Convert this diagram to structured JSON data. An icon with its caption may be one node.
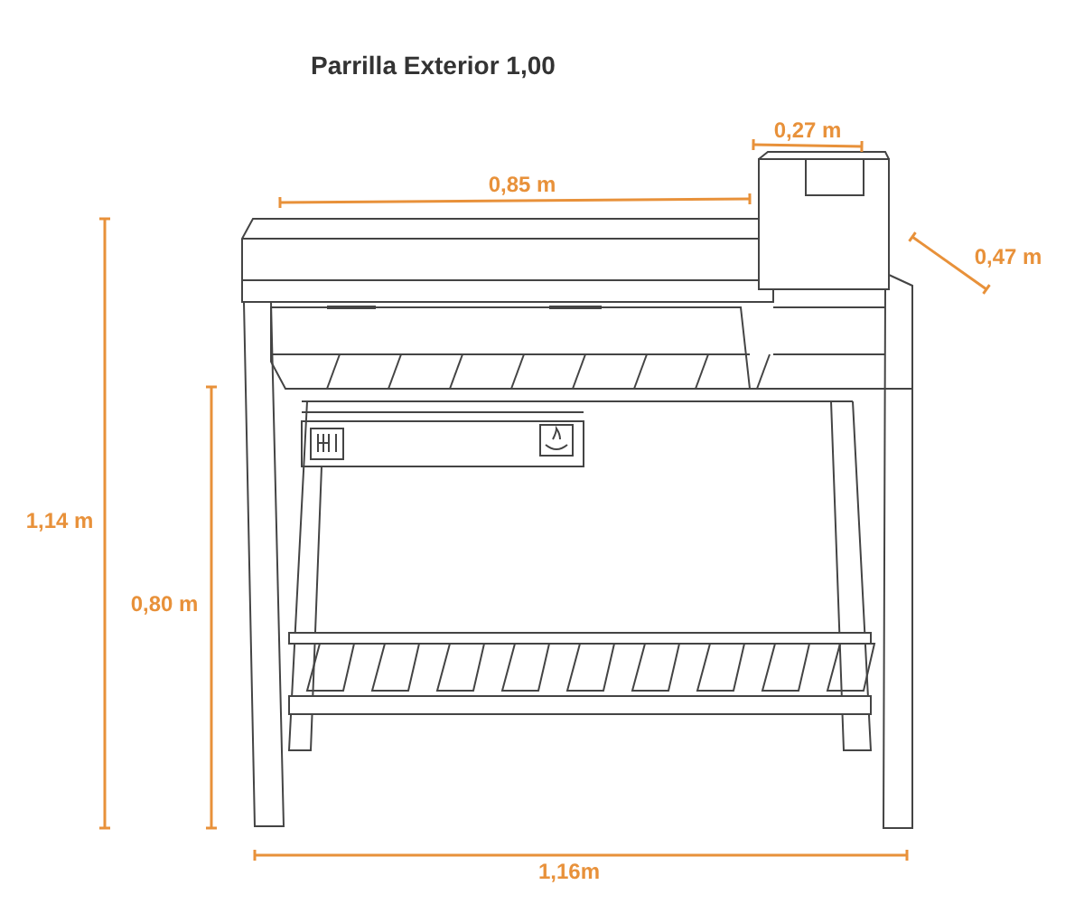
{
  "diagram": {
    "title": "Parrilla Exterior 1,00",
    "labels": [
      "0,27 m",
      "0,85 m",
      "0,47 m",
      "1,14 m",
      "0,80 m",
      "1,16m"
    ]
  }
}
